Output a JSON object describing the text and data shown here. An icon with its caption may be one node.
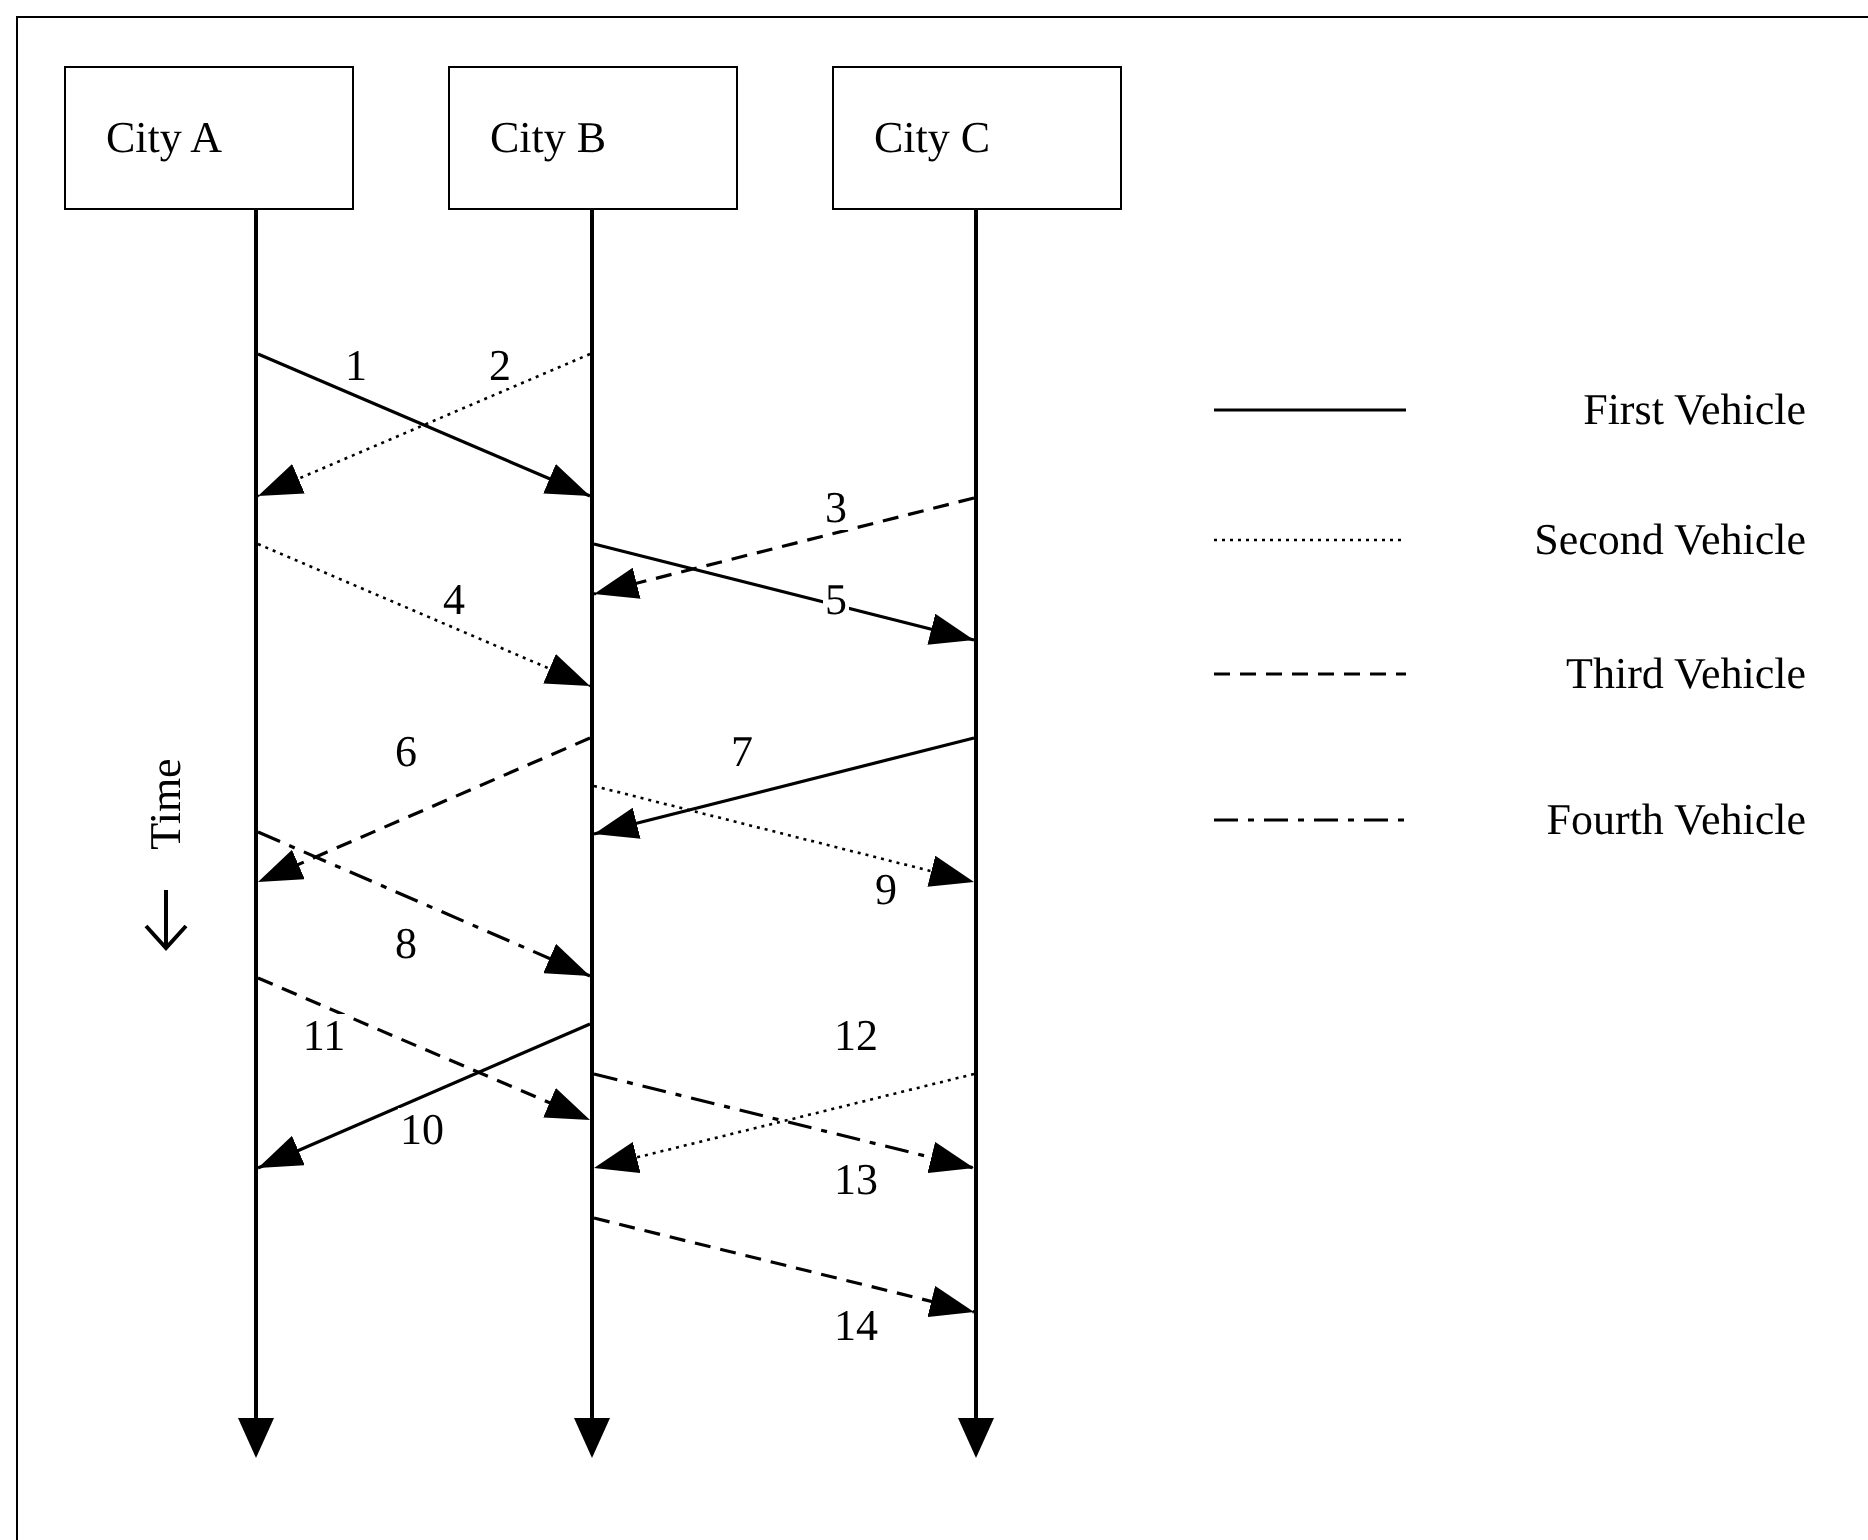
{
  "diagram": {
    "nodes": [
      {
        "text": [
          "City A"
        ]
      },
      {
        "text": [
          "City B"
        ]
      },
      {
        "text": [
          "City C"
        ]
      },
      {
        "text": [],
        "shape": "bar"
      },
      {
        "text": [],
        "shape": "bar"
      },
      {
        "text": [],
        "shape": "bar"
      }
    ],
    "edges": [
      {
        "from": 3,
        "to": 4,
        "arrow": "to",
        "label": "1"
      },
      {
        "from": 4,
        "to": 3,
        "arrow": "to",
        "label": "2",
        "style": "dashed"
      },
      {
        "from": 5,
        "to": 4,
        "arrow": "to",
        "label": "3",
        "style": "dashed"
      },
      {
        "from": 3,
        "to": 4,
        "arrow": "to",
        "label": "4",
        "style": "dashed"
      },
      {
        "from": 4,
        "to": 5,
        "arrow": "to",
        "label": "5"
      },
      {
        "from": 4,
        "to": 3,
        "arrow": "to",
        "label": "6",
        "style": "dashed"
      },
      {
        "from": 5,
        "to": 4,
        "arrow": "to",
        "label": "7"
      },
      {
        "from": 3,
        "to": 4,
        "arrow": "to",
        "label": "8",
        "style": "dashed"
      },
      {
        "from": 4,
        "to": 5,
        "arrow": "to",
        "label": "9",
        "style": "dashed"
      },
      {
        "from": 4,
        "to": 3,
        "arrow": "to",
        "label": "10"
      },
      {
        "from": 3,
        "to": 4,
        "arrow": "to",
        "label": "11",
        "style": "dashed"
      },
      {
        "from": 5,
        "to": 4,
        "arrow": "to",
        "label": "12",
        "style": "dashed"
      },
      {
        "from": 4,
        "to": 5,
        "arrow": "to",
        "label": "13",
        "style": "dashed"
      },
      {
        "from": 4,
        "to": 5,
        "arrow": "to",
        "label": "14",
        "style": "dashed"
      }
    ],
    "labels": [
      "Time"
    ],
    "legend": [
      {
        "text": "First Vehicle"
      },
      {
        "text": "Second Vehicle"
      },
      {
        "text": "Third Vehicle"
      },
      {
        "text": "Fourth Vehicle"
      }
    ]
  }
}
